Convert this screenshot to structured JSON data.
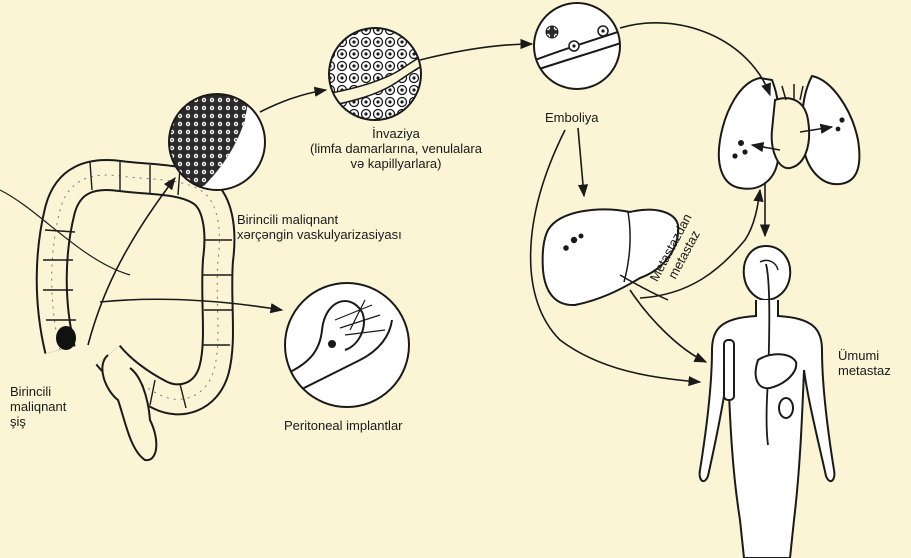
{
  "colors": {
    "background": "#fbf5d6",
    "ink": "#1a1a1a"
  },
  "labels": {
    "primary_tumor": [
      "Birincili",
      "maliqnant",
      "şiş"
    ],
    "vascularization": [
      "Birincili maliqnant",
      "xərçəngin vaskulyarizasiyası"
    ],
    "invasion": [
      "İnvaziya",
      "(limfa damarlarına, venulalara",
      "və kapillyarlara)"
    ],
    "embolism": "Emboliya",
    "metastasis_from_metastasis": [
      "Metastazdan",
      "metastaz"
    ],
    "peritoneal": "Peritoneal implantlar",
    "general_metastasis": [
      "Ümumi",
      "metastaz"
    ]
  }
}
